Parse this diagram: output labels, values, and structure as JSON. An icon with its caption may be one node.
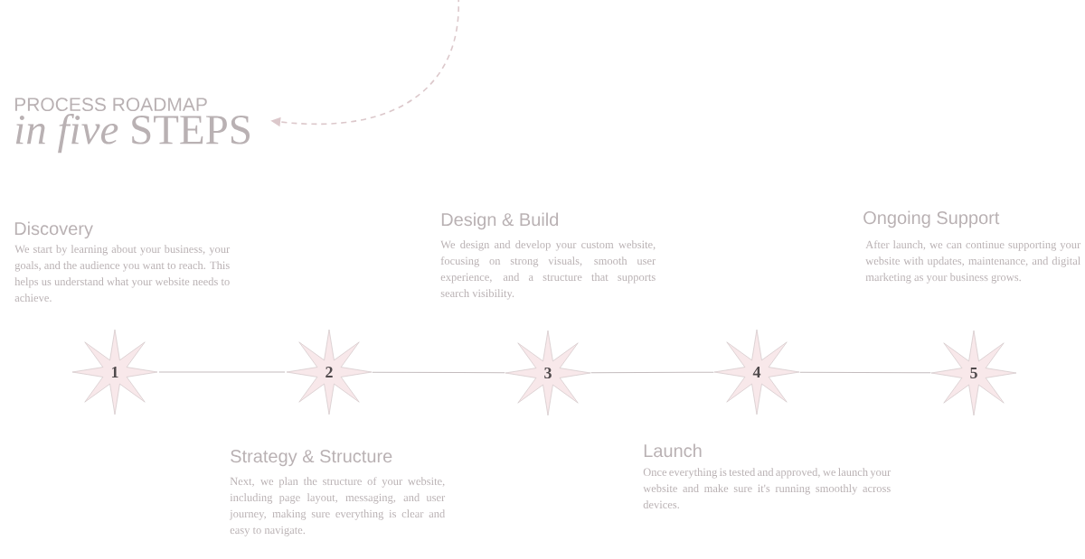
{
  "diagram": {
    "nodes": [
      {
        "text": [
          "PROCESS ROADMAP",
          "*in five* STEPS"
        ]
      },
      {
        "text": [
          "1"
        ],
        "beside": [
          "Discovery",
          "We start by learning about your business, your goals, and the audience you want to reach. This helps us understand what your website needs to achieve."
        ]
      },
      {
        "text": [
          "2"
        ],
        "beside": [
          "Strategy & Structure",
          "Next, we plan the structure of your website, including page layout, messaging, and user journey, making sure everything is clear and easy to navigate."
        ]
      },
      {
        "text": [
          "3"
        ],
        "beside": [
          "Design & Build",
          "We design and develop your custom website, focusing on strong visuals, smooth user experience, and a structure that supports search visibility."
        ]
      },
      {
        "text": [
          "4"
        ],
        "beside": [
          "Launch",
          "Once everything is tested and approved, we launch your website and make sure it's running smoothly across devices."
        ]
      },
      {
        "text": [
          "5"
        ],
        "beside": [
          "Ongoing Support",
          "After launch, we can continue supporting your website with updates, maintenance, and digital marketing as your business grows."
        ]
      }
    ],
    "edges": [
      {
        "from": null,
        "to": 0,
        "arrow": "to",
        "style": "dashed",
        "color": "#dcc8cb"
      },
      {
        "from": 1,
        "to": 2,
        "arrow": "none"
      },
      {
        "from": 2,
        "to": 3,
        "arrow": "none"
      },
      {
        "from": 3,
        "to": 4,
        "arrow": "none"
      },
      {
        "from": 4,
        "to": 5,
        "arrow": "none"
      }
    ]
  }
}
